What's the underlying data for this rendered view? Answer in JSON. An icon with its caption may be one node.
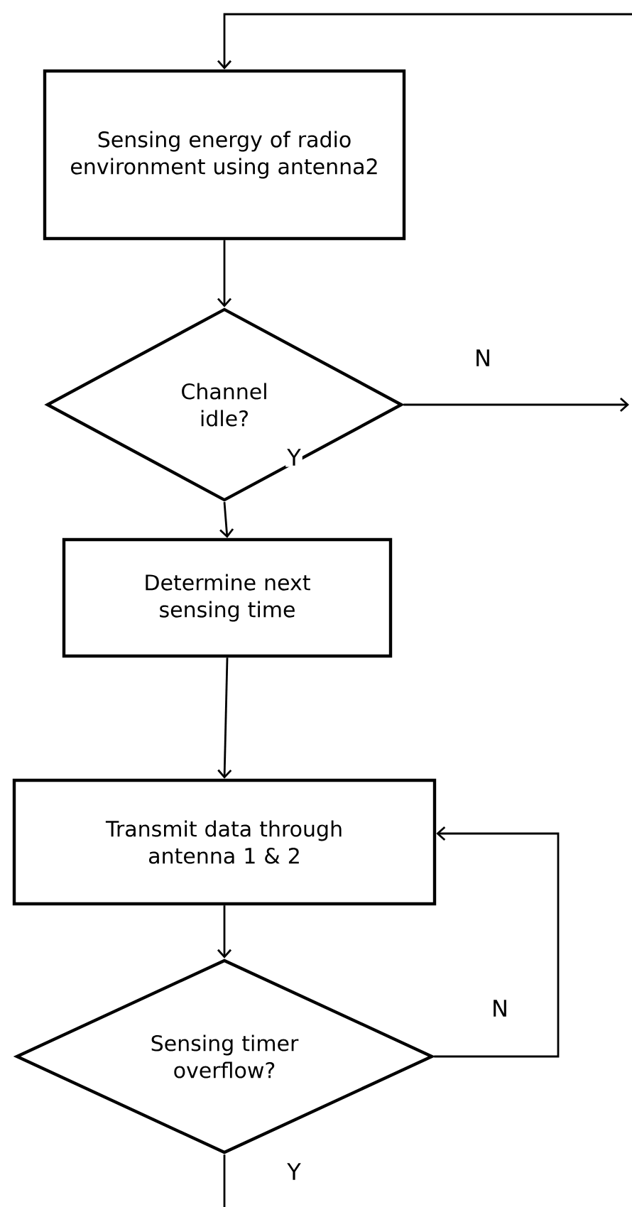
{
  "diagram": {
    "nodes": [
      {
        "text": [
          "Sensing energy of radio environment using antenna2"
        ]
      },
      {
        "text": [
          "Channel idle?"
        ]
      },
      {
        "text": [
          "Determine next sensing time"
        ]
      },
      {
        "text": [
          "Transmit data through antenna 1 & 2"
        ]
      },
      {
        "text": [
          "Sensing timer overflow?"
        ]
      }
    ],
    "edges": [
      {
        "from": null,
        "to": 0,
        "arrow": "to"
      },
      {
        "from": 0,
        "to": 1,
        "arrow": "to"
      },
      {
        "from": 1,
        "to": null,
        "arrow": "to",
        "label": "N"
      },
      {
        "from": 1,
        "to": 2,
        "arrow": "to",
        "label": "Y"
      },
      {
        "from": 2,
        "to": 3,
        "arrow": "to"
      },
      {
        "from": 3,
        "to": 4,
        "arrow": "to"
      },
      {
        "from": 4,
        "to": 3,
        "arrow": "to",
        "label": "N"
      },
      {
        "from": 4,
        "to": null,
        "arrow": "none",
        "label": "Y"
      }
    ]
  }
}
